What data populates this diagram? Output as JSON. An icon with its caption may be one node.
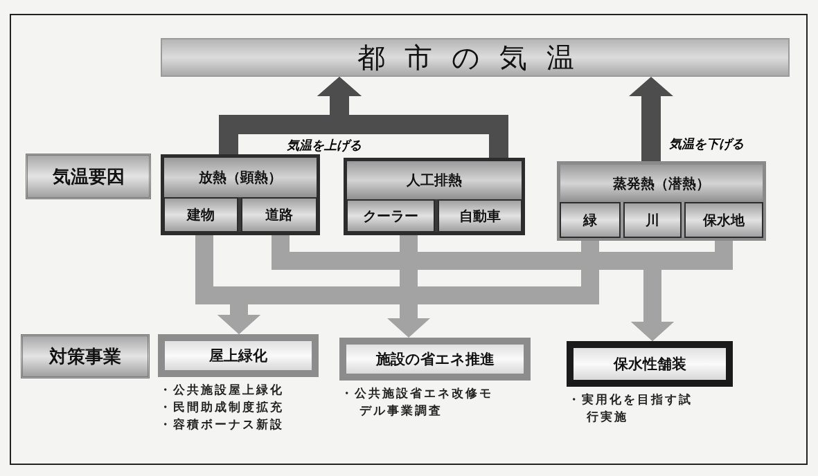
{
  "diagram": {
    "nodes": [
      {
        "text": [
          "都市の気温"
        ]
      },
      {
        "text": [
          "気温要因"
        ]
      },
      {
        "text": [
          "放熱（顕熱）"
        ]
      },
      {
        "text": [
          "建物"
        ],
        "in": 2
      },
      {
        "text": [
          "道路"
        ],
        "in": 2
      },
      {
        "text": [
          "人工排熱"
        ]
      },
      {
        "text": [
          "クーラー"
        ],
        "in": 5
      },
      {
        "text": [
          "自動車"
        ],
        "in": 5
      },
      {
        "text": [
          "蒸発熱（潜熱）"
        ]
      },
      {
        "text": [
          "緑"
        ],
        "in": 8
      },
      {
        "text": [
          "川"
        ],
        "in": 8
      },
      {
        "text": [
          "保水地"
        ],
        "in": 8
      },
      {
        "text": [
          "対策事業"
        ]
      },
      {
        "text": [
          "屋上緑化"
        ],
        "beside": [
          "・公共施設屋上緑化",
          "・民間助成制度拡充",
          "・容積ボーナス新設"
        ]
      },
      {
        "text": [
          "施設の省エネ推進"
        ],
        "beside": [
          "・公共施設省エネ改修モデル事業調査"
        ]
      },
      {
        "text": [
          "保水性舗装"
        ],
        "beside": [
          "・実用化を目指す試行実施"
        ]
      }
    ],
    "edges": [
      {
        "from": 2,
        "to": 0,
        "arrow": "to",
        "label": "気温を上げる",
        "color": "#4d4d4d"
      },
      {
        "from": 5,
        "to": 0,
        "arrow": "to",
        "color": "#4d4d4d"
      },
      {
        "from": 8,
        "to": 0,
        "arrow": "to",
        "label": "気温を下げる",
        "color": "#4d4d4d"
      },
      {
        "from": 3,
        "to": 13,
        "arrow": "to"
      },
      {
        "from": 9,
        "to": 13,
        "arrow": "to"
      },
      {
        "from": 4,
        "to": 15,
        "arrow": "to"
      },
      {
        "from": 11,
        "to": 15,
        "arrow": "to"
      },
      {
        "from": 5,
        "to": 14,
        "arrow": "to"
      }
    ]
  }
}
